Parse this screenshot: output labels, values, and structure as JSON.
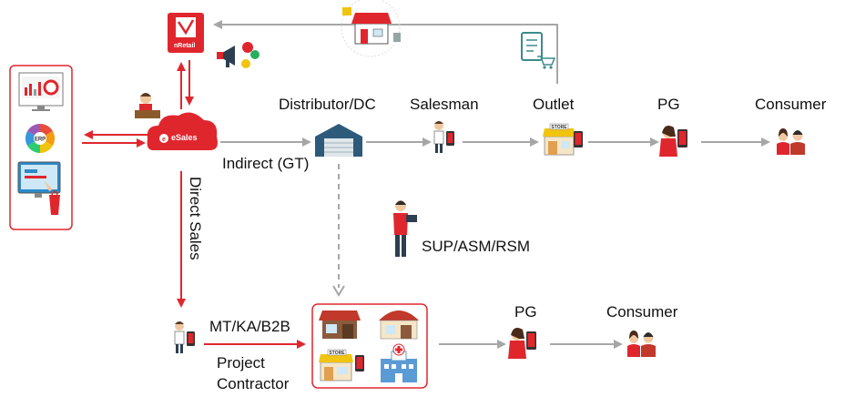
{
  "brand": {
    "nretail_label": "nRetail",
    "esales_label": "eSales"
  },
  "nodes": {
    "distributor": "Distributor/DC",
    "salesman": "Salesman",
    "outlet": "Outlet",
    "pg_top": "PG",
    "consumer_top": "Consumer",
    "indirect": "Indirect (GT)",
    "direct_sales": "Direct Sales",
    "sup_asm_rsm": "SUP/ASM/RSM",
    "mt_ka_b2b": "MT/KA/B2B",
    "project": "Project",
    "contractor": "Contractor",
    "pg_bottom": "PG",
    "consumer_bottom": "Consumer"
  },
  "icons": {
    "store_sign": "STORE"
  },
  "colors": {
    "accent_red": "#e0262d",
    "flow_gray": "#a6a6a6",
    "dark_gray": "#4a4a4a"
  }
}
